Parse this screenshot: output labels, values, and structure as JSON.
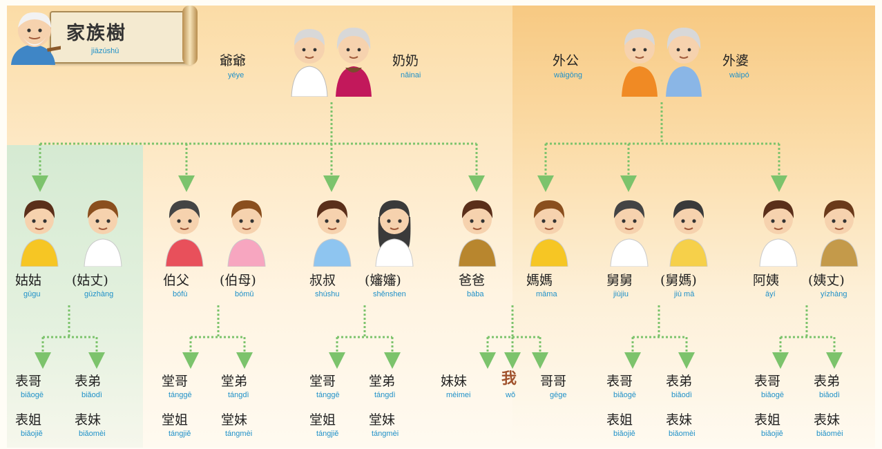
{
  "title": {
    "text": "家族樹",
    "pinyin": "jiāzúshū"
  },
  "colors": {
    "line": "#7cc36c",
    "pinyin": "#1e90c8",
    "paternal_bg": "#fbe3b4",
    "maternal_bg": "#f8d493",
    "gu_bg": "#dceedd"
  },
  "grandparents": [
    {
      "zh": "爺爺",
      "py": "yéye"
    },
    {
      "zh": "奶奶",
      "py": "nǎinai"
    },
    {
      "zh": "外公",
      "py": "wàigōng"
    },
    {
      "zh": "外婆",
      "py": "wàipó"
    }
  ],
  "parents": [
    {
      "zh": "姑姑",
      "py": "gūgu"
    },
    {
      "zh": "(姑丈)",
      "py": "gūzhàng"
    },
    {
      "zh": "伯父",
      "py": "bófù"
    },
    {
      "zh": "(伯母)",
      "py": "bómǔ"
    },
    {
      "zh": "叔叔",
      "py": "shúshu"
    },
    {
      "zh": "(嬸嬸)",
      "py": "shěnshen"
    },
    {
      "zh": "爸爸",
      "py": "bàba"
    },
    {
      "zh": "媽媽",
      "py": "māma"
    },
    {
      "zh": "舅舅",
      "py": "jiùjiu"
    },
    {
      "zh": "(舅媽)",
      "py": "jiù   mā"
    },
    {
      "zh": "阿姨",
      "py": "āyí"
    },
    {
      "zh": "(姨丈)",
      "py": "yízhàng"
    }
  ],
  "cousins": [
    {
      "zh": "表哥",
      "py": "biǎogē"
    },
    {
      "zh": "表弟",
      "py": "biǎodì"
    },
    {
      "zh": "表姐",
      "py": "biǎojiě"
    },
    {
      "zh": "表妹",
      "py": "biǎomèi"
    },
    {
      "zh": "堂哥",
      "py": "tánggē"
    },
    {
      "zh": "堂弟",
      "py": "tángdì"
    },
    {
      "zh": "堂姐",
      "py": "tángjiě"
    },
    {
      "zh": "堂妹",
      "py": "tángmèi"
    },
    {
      "zh": "堂哥",
      "py": "tánggē"
    },
    {
      "zh": "堂弟",
      "py": "tángdì"
    },
    {
      "zh": "堂姐",
      "py": "tángjiě"
    },
    {
      "zh": "堂妹",
      "py": "tángmèi"
    },
    {
      "zh": "妹妹",
      "py": "mèimei"
    },
    {
      "zh": "我",
      "py": "wǒ"
    },
    {
      "zh": "哥哥",
      "py": "gēge"
    },
    {
      "zh": "表哥",
      "py": "biǎogē"
    },
    {
      "zh": "表弟",
      "py": "biǎodì"
    },
    {
      "zh": "表姐",
      "py": "biǎojiě"
    },
    {
      "zh": "表妹",
      "py": "biǎomèi"
    },
    {
      "zh": "表哥",
      "py": "biǎogē"
    },
    {
      "zh": "表弟",
      "py": "biǎodì"
    },
    {
      "zh": "表姐",
      "py": "biǎojiě"
    },
    {
      "zh": "表妹",
      "py": "biǎomèi"
    }
  ]
}
